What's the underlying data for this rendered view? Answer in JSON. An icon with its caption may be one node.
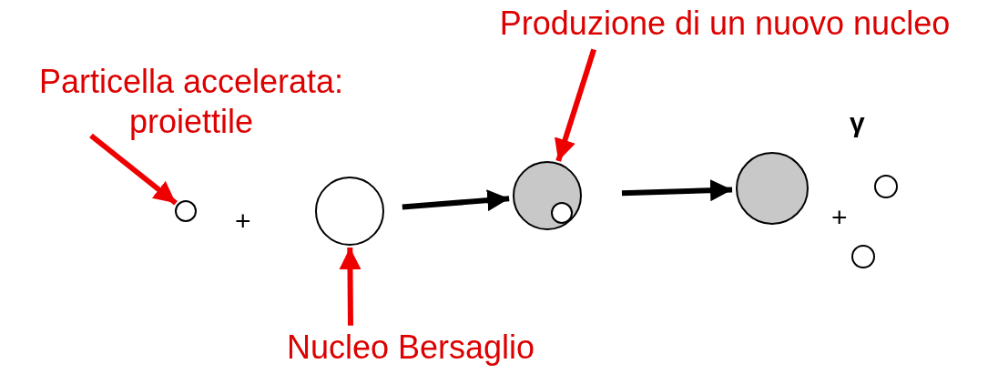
{
  "diagram": {
    "nodes": [
      {
        "text": [
          "Particella accelerata: proiettile"
        ]
      },
      {
        "text": [],
        "shape": "circle"
      },
      {
        "text": [],
        "shape": "circle"
      },
      {
        "text": [
          "Nucleo Bersaglio"
        ]
      },
      {
        "text": [
          "Produzione di un nuovo nucleo"
        ]
      },
      {
        "text": [],
        "shape": "circle"
      },
      {
        "text": [],
        "shape": "circle",
        "in": 5
      },
      {
        "text": [],
        "shape": "circle"
      },
      {
        "text": [],
        "shape": "circle"
      },
      {
        "text": [],
        "shape": "circle"
      }
    ],
    "edges": [
      {
        "from": 0,
        "to": 1,
        "arrow": "to"
      },
      {
        "from": 3,
        "to": 2,
        "arrow": "to"
      },
      {
        "from": 4,
        "to": 5,
        "arrow": "to"
      },
      {
        "from": 2,
        "to": 5,
        "arrow": "to",
        "color": "#000000"
      },
      {
        "from": 5,
        "to": 7,
        "arrow": "to",
        "color": "#000000"
      }
    ],
    "labels": [
      "+",
      "γ",
      "+"
    ]
  }
}
